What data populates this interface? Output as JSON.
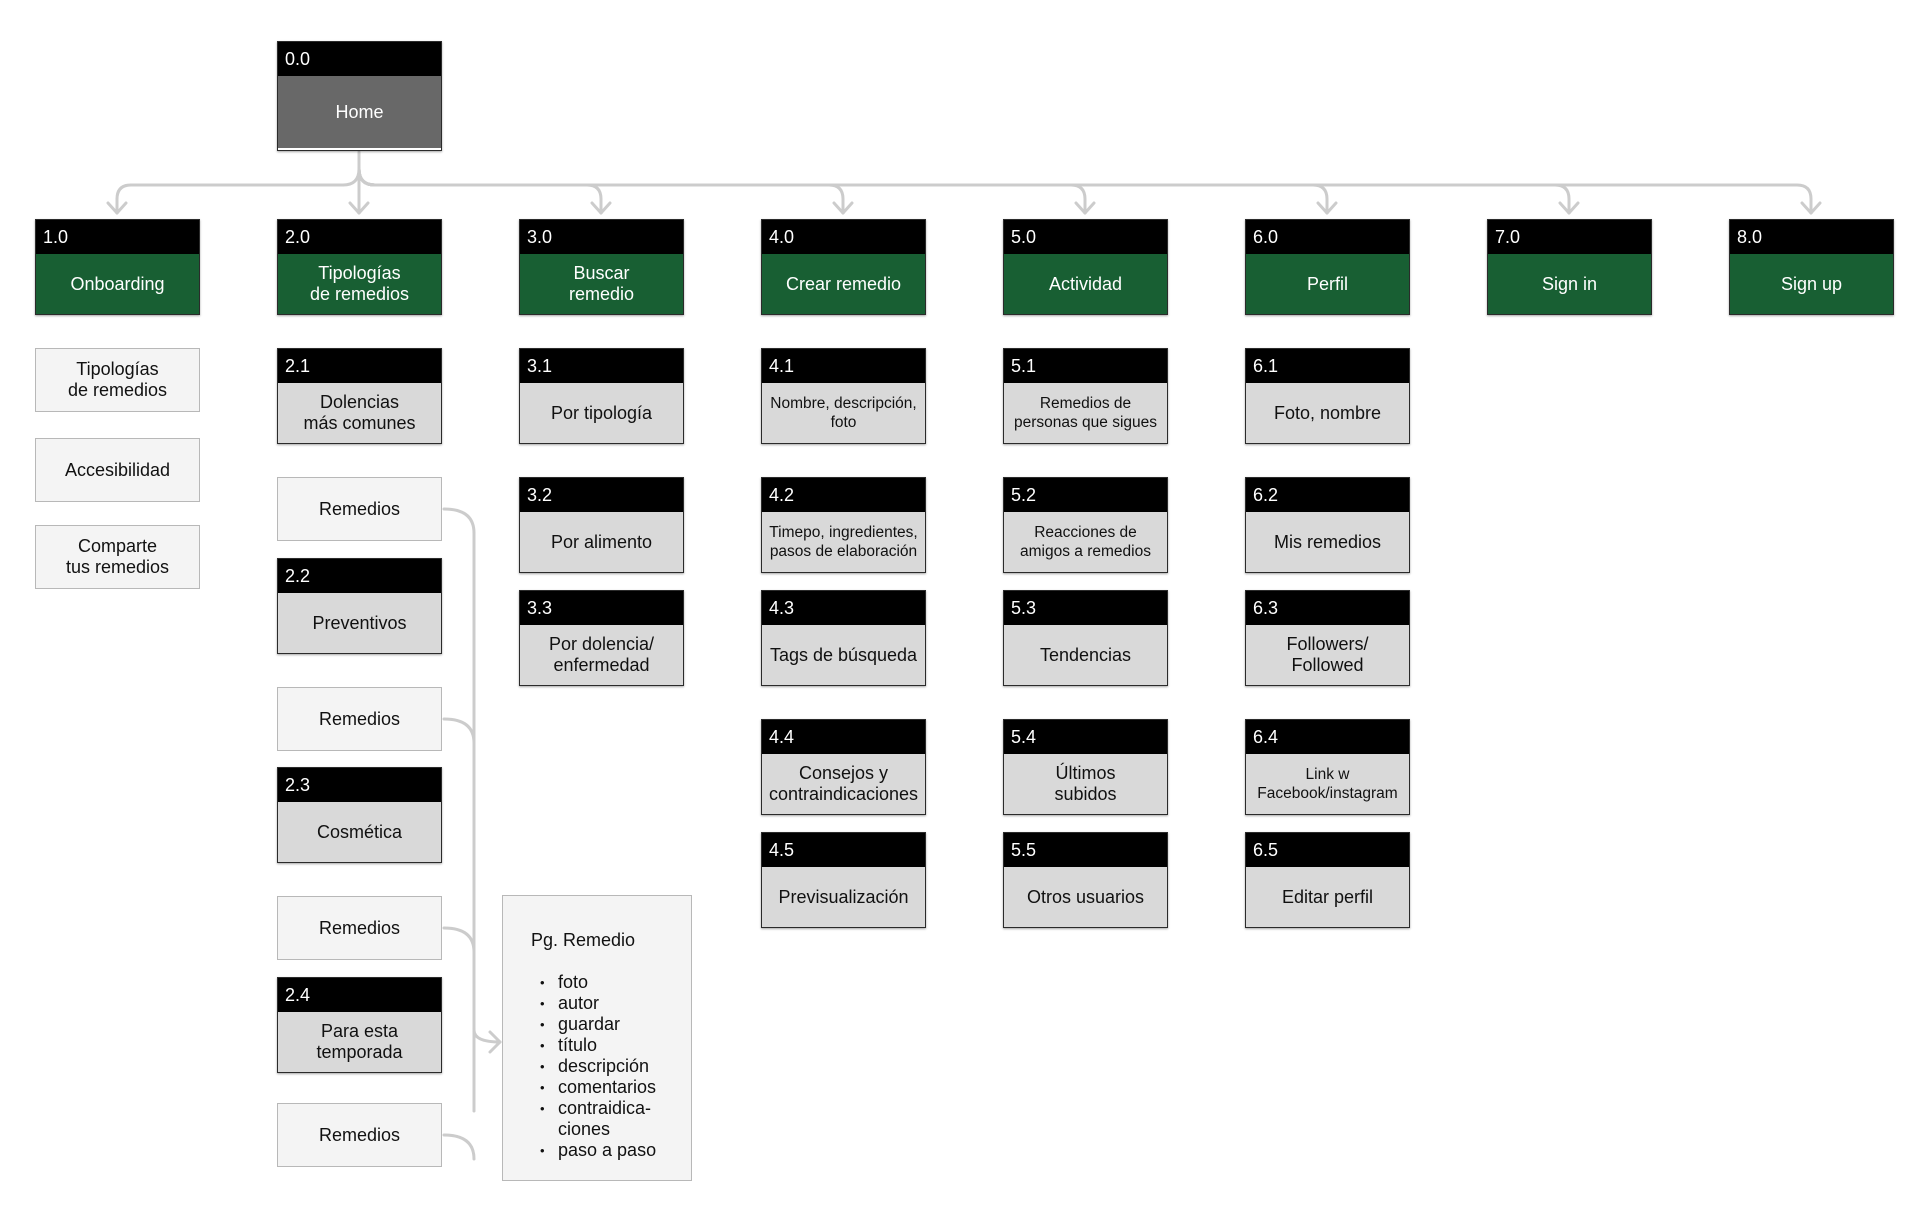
{
  "root": {
    "id": "0.0",
    "label": "Home"
  },
  "sections": [
    {
      "id": "1.0",
      "label": "Onboarding",
      "plain": [
        "Tipologías\nde remedios",
        "Accesibilidad",
        "Comparte\ntus remedios"
      ]
    },
    {
      "id": "2.0",
      "label": "Tipologías\nde remedios",
      "children": [
        {
          "id": "2.1",
          "label": "Dolencias\nmás comunes"
        },
        {
          "label": "Remedios"
        },
        {
          "id": "2.2",
          "label": "Preventivos"
        },
        {
          "label": "Remedios"
        },
        {
          "id": "2.3",
          "label": "Cosmética"
        },
        {
          "label": "Remedios"
        },
        {
          "id": "2.4",
          "label": "Para esta\ntemporada"
        },
        {
          "label": "Remedios"
        }
      ]
    },
    {
      "id": "3.0",
      "label": "Buscar\nremedio",
      "children": [
        {
          "id": "3.1",
          "label": "Por tipología"
        },
        {
          "id": "3.2",
          "label": "Por alimento"
        },
        {
          "id": "3.3",
          "label": "Por dolencia/\nenfermedad"
        }
      ]
    },
    {
      "id": "4.0",
      "label": "Crear remedio",
      "children": [
        {
          "id": "4.1",
          "label": "Nombre, descripción,\nfoto"
        },
        {
          "id": "4.2",
          "label": "Timepo, ingredientes,\npasos de elaboración"
        },
        {
          "id": "4.3",
          "label": "Tags de búsqueda"
        },
        {
          "id": "4.4",
          "label": "Consejos y\ncontraindicaciones"
        },
        {
          "id": "4.5",
          "label": "Previsualización"
        }
      ]
    },
    {
      "id": "5.0",
      "label": "Actividad",
      "children": [
        {
          "id": "5.1",
          "label": "Remedios de\npersonas que sigues"
        },
        {
          "id": "5.2",
          "label": "Reacciones de\namigos a remedios"
        },
        {
          "id": "5.3",
          "label": "Tendencias"
        },
        {
          "id": "5.4",
          "label": "Últimos\nsubidos"
        },
        {
          "id": "5.5",
          "label": "Otros usuarios"
        }
      ]
    },
    {
      "id": "6.0",
      "label": "Perfil",
      "children": [
        {
          "id": "6.1",
          "label": "Foto, nombre"
        },
        {
          "id": "6.2",
          "label": "Mis remedios"
        },
        {
          "id": "6.3",
          "label": "Followers/\nFollowed"
        },
        {
          "id": "6.4",
          "label": "Link w\nFacebook/instagram"
        },
        {
          "id": "6.5",
          "label": "Editar perfil"
        }
      ]
    },
    {
      "id": "7.0",
      "label": "Sign in"
    },
    {
      "id": "8.0",
      "label": "Sign up"
    }
  ],
  "detail": {
    "title": "Pg. Remedio",
    "items": [
      "foto",
      "autor",
      "guardar",
      "título",
      "descripción",
      "comentarios",
      "contraidica-\nciones",
      "paso a paso"
    ]
  },
  "colors": {
    "header": "#000000",
    "root_fill": "#686868",
    "section_fill": "#185f33",
    "child_fill": "#d9d9d9",
    "plain_fill": "#f4f4f4",
    "connector": "#cccccc"
  }
}
